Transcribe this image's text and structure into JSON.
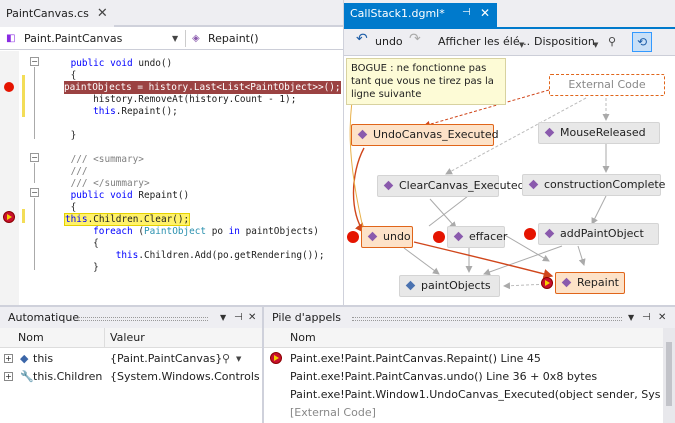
{
  "editor": {
    "file_tab": "PaintCanvas.cs",
    "class_selector": "Paint.PaintCanvas",
    "member_selector": "Repaint()",
    "lines": [
      [
        "",
        "    ",
        "kw:public void ",
        "undo()"
      ],
      [
        "",
        "    {"
      ],
      [
        "hl",
        "        paintObjects = history.Last<List<PaintObject>>();"
      ],
      [
        "",
        "        history.RemoveAt(history.Count - 1);"
      ],
      [
        "",
        "        this.Repaint();"
      ],
      [
        "",
        ""
      ],
      [
        "",
        "    }"
      ],
      [
        "",
        ""
      ],
      [
        "cm",
        "    /// <summary>"
      ],
      [
        "cm",
        "    ///"
      ],
      [
        "cm",
        "    /// </summary>"
      ],
      [
        "",
        "    public void Repaint()"
      ],
      [
        "",
        "    {"
      ],
      [
        "cur",
        "        this.Children.Clear();"
      ],
      [
        "",
        "        foreach (PaintObject po in paintObjects)"
      ],
      [
        "",
        "        {"
      ],
      [
        "",
        "            this.Children.Add(po.getRendering());"
      ],
      [
        "",
        "        }"
      ]
    ]
  },
  "diagram": {
    "tab_title": "CallStack1.dgml*",
    "toolbar": {
      "undo": "undo",
      "show_related": "Afficher les élé...",
      "layout": "Disposition"
    },
    "note": "BOGUE : ne fonctionne pas tant que vous ne tirez pas la ligne suivante",
    "nodes": {
      "external": "External Code",
      "undocanvas": "UndoCanvas_Executed",
      "mousereleased": "MouseReleased",
      "clearcanvas": "ClearCanvas_Executed",
      "construction": "constructionComplete",
      "undo": "undo",
      "effacer": "effacer",
      "addpaint": "addPaintObject",
      "paintobjects": "paintObjects",
      "repaint": "Repaint"
    }
  },
  "autos": {
    "title": "Automatique",
    "col_name": "Nom",
    "col_value": "Valeur",
    "rows": [
      {
        "name": "this",
        "value": "{Paint.PaintCanvas}"
      },
      {
        "name": "this.Children",
        "value": "{System.Windows.Controls"
      }
    ]
  },
  "callstack": {
    "title": "Pile d'appels",
    "col_name": "Nom",
    "rows": [
      "Paint.exe!Paint.PaintCanvas.Repaint() Line 45",
      "Paint.exe!Paint.PaintCanvas.undo() Line 36 + 0x8 bytes",
      "Paint.exe!Paint.Window1.UndoCanvas_Executed(object sender, Sys...",
      "[External Code]"
    ]
  },
  "colors": {
    "accent": "#007acc",
    "highlight_node": "#fde2c8",
    "breakpoint": "#e51400",
    "call_edge": "#e0651a"
  }
}
